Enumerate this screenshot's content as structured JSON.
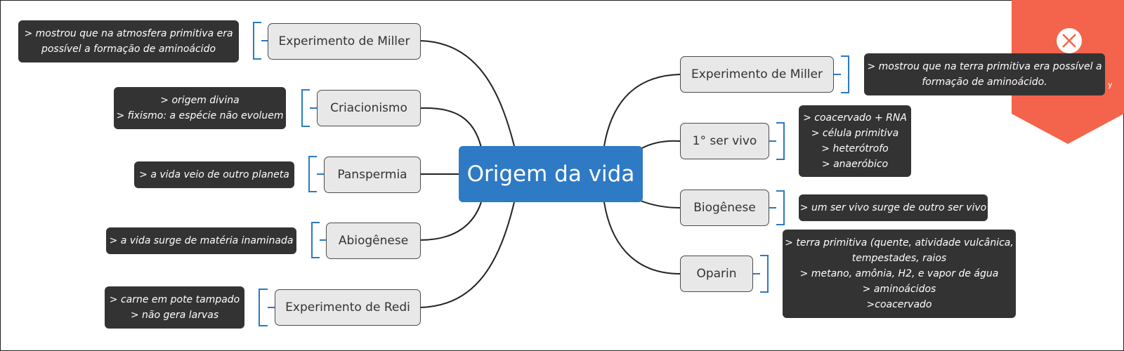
{
  "central": "Origem da vida",
  "left_topics": [
    {
      "label": "Experimento de Miller",
      "notes": [
        "> mostrou que na atmosfera  primitiva era",
        "possível  a formação de aminoácido"
      ]
    },
    {
      "label": "Criacionismo",
      "notes": [
        "> origem divina",
        "> fixismo: a espécie não evoluem"
      ]
    },
    {
      "label": "Panspermia",
      "notes": [
        "> a vida veio de outro planeta"
      ]
    },
    {
      "label": "Abiogênese",
      "notes": [
        "> a vida surge de matéria inaminada"
      ]
    },
    {
      "label": "Experimento de Redi",
      "notes": [
        "> carne em pote tampado",
        "> não gera larvas"
      ]
    }
  ],
  "right_topics": [
    {
      "label": "Experimento de Miller",
      "notes": [
        "> mostrou que na terra primitiva era possível a",
        "formação de aminoácido."
      ]
    },
    {
      "label": "1° ser vivo",
      "notes": [
        "> coacervado + RNA",
        "> célula primitiva",
        "> heterótrofo",
        "> anaeróbico"
      ]
    },
    {
      "label": "Biogênese",
      "notes": [
        "> um ser vivo surge de outro ser vivo"
      ]
    },
    {
      "label": "Oparin",
      "notes": [
        "> terra primitiva (quente, atividade vulcânica,",
        "tempestades, raios",
        "> metano, amônia, H2, e vapor de água",
        "> aminoácidos",
        ">coacervado"
      ]
    }
  ],
  "ribbon": {
    "icon": "close-icon",
    "text": "y",
    "color": "#f4634b"
  },
  "colors": {
    "central": "#2e7ac5",
    "note": "#333333",
    "topic": "#e8e8e8",
    "bracket": "#2b7ac3",
    "line": "#222222"
  }
}
